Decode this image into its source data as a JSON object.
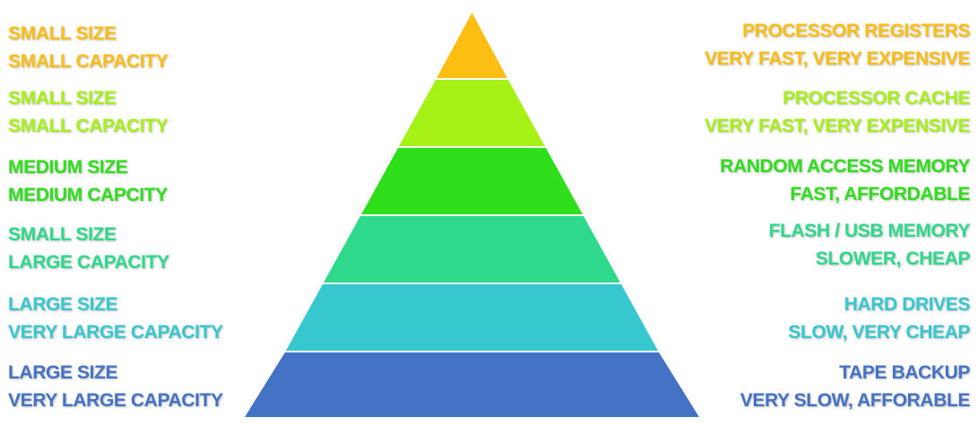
{
  "tiers": [
    {
      "color": "#FDBE13",
      "left": [
        "SMALL SIZE",
        "SMALL CAPACITY"
      ],
      "right": [
        "PROCESSOR REGISTERS",
        "VERY FAST, VERY EXPENSIVE"
      ]
    },
    {
      "color": "#A6F116",
      "left": [
        "SMALL SIZE",
        "SMALL CAPACITY"
      ],
      "right": [
        "PROCESSOR CACHE",
        "VERY FAST, VERY EXPENSIVE"
      ]
    },
    {
      "color": "#2FDF1C",
      "left": [
        "MEDIUM SIZE",
        "MEDIUM CAPCITY"
      ],
      "right": [
        "RANDOM ACCESS MEMORY",
        "FAST, AFFORDABLE"
      ]
    },
    {
      "color": "#2ED98B",
      "left": [
        "SMALL SIZE",
        "LARGE CAPACITY"
      ],
      "right": [
        "FLASH / USB MEMORY",
        "SLOWER, CHEAP"
      ]
    },
    {
      "color": "#37C7CF",
      "left": [
        "LARGE SIZE",
        "VERY LARGE CAPACITY"
      ],
      "right": [
        "HARD DRIVES",
        "SLOW, VERY CHEAP"
      ]
    },
    {
      "color": "#4472C4",
      "left": [
        "LARGE SIZE",
        "VERY LARGE CAPACITY"
      ],
      "right": [
        "TAPE BACKUP",
        "VERY SLOW, AFFORABLE"
      ]
    }
  ]
}
